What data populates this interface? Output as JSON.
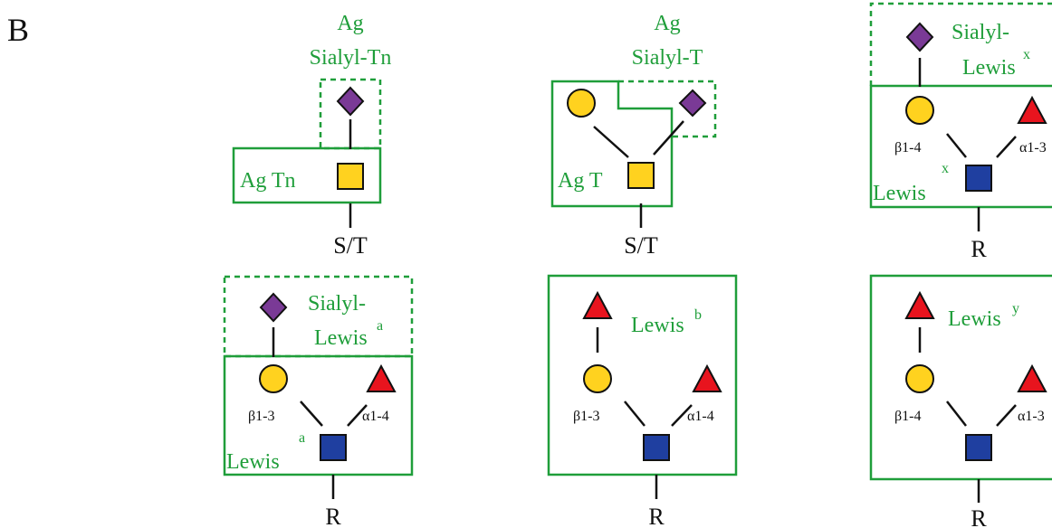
{
  "panel_label": "B",
  "root_labels": {
    "ser_thr": "S/T",
    "r": "R"
  },
  "colors": {
    "frame": "#1f9e3a",
    "galactose": "#ffd21f",
    "galnac": "#ffd21f",
    "glcnac": "#1f3fa0",
    "fucose": "#e8141e",
    "sialic_acid": "#7a3a96",
    "line": "#111111"
  },
  "tn": {
    "title_1": "Ag",
    "title_2": "Sialyl-Tn",
    "label": "Ag Tn"
  },
  "t": {
    "title_1": "Ag",
    "title_2": "Sialyl-T",
    "label": "Ag T"
  },
  "slex": {
    "line1": "Sialyl-",
    "line2": "Lewis",
    "sup": "x"
  },
  "lex": {
    "label": "Lewis",
    "sup": "x",
    "link_gal": "β1-4",
    "link_fuc": "α1-3"
  },
  "slea": {
    "line1": "Sialyl-",
    "line2": "Lewis",
    "sup": "a"
  },
  "lea": {
    "label": "Lewis",
    "sup": "a",
    "link_gal": "β1-3",
    "link_fuc": "α1-4"
  },
  "leb": {
    "label": "Lewis",
    "sup": "b",
    "link_gal": "β1-3",
    "link_fuc": "α1-4"
  },
  "ley": {
    "label": "Lewis",
    "sup": "y",
    "link_gal": "β1-4",
    "link_fuc": "α1-3"
  }
}
